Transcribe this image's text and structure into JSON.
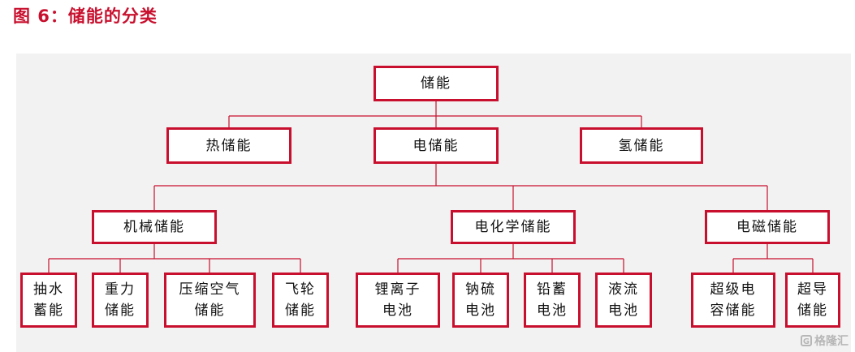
{
  "title": "图 6：储能的分类",
  "nodes": {
    "root": "储能",
    "thermal": "热储能",
    "electric": "电储能",
    "hydrogen": "氢储能",
    "mechanical": "机械储能",
    "electrochemical": "电化学储能",
    "electromagnetic": "电磁储能",
    "pumped_hydro": "抽水\n蓄能",
    "gravity": "重力\n储能",
    "compressed_air": "压缩空气\n储能",
    "flywheel": "飞轮\n储能",
    "lithium_ion": "锂离子\n电池",
    "sodium_sulfur": "钠硫\n电池",
    "lead_acid": "铅蓄\n电池",
    "flow_battery": "液流\n电池",
    "supercapacitor": "超级电\n容储能",
    "superconducting": "超导\n储能"
  },
  "watermark": {
    "logo": "G",
    "text": "格隆汇"
  },
  "colors": {
    "accent": "#c8102e",
    "connector": "#c8102e",
    "panel": "#f2f2f2"
  }
}
